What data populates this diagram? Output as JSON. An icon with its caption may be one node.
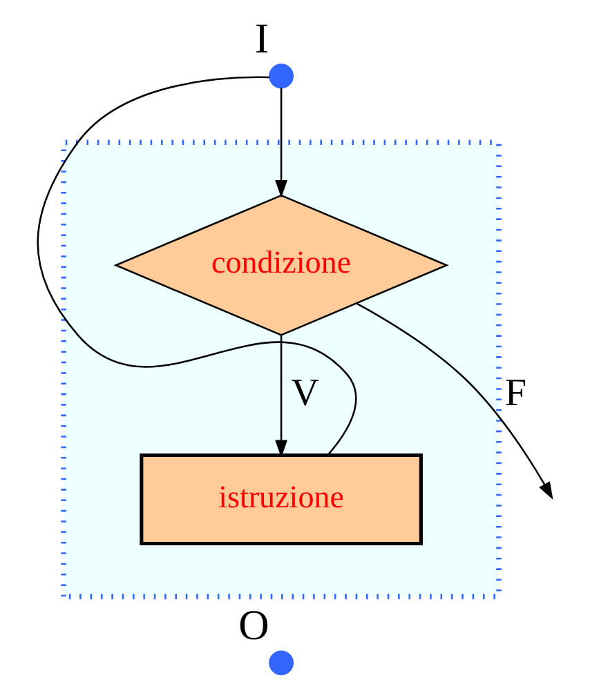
{
  "diagram": {
    "nodes": [
      {
        "text": [],
        "shape": "box"
      },
      {
        "text": [],
        "shape": "circle",
        "beside": [
          "I"
        ]
      },
      {
        "text": [
          "condizione"
        ],
        "in": 0
      },
      {
        "text": [
          "istruzione"
        ],
        "in": 0
      },
      {
        "text": [],
        "shape": "circle",
        "beside": [
          "O"
        ]
      }
    ],
    "edges": [
      {
        "from": 1,
        "to": 2,
        "arrow": "to"
      },
      {
        "from": 2,
        "to": 3,
        "arrow": "to",
        "label": "V"
      },
      {
        "from": 3,
        "to": 1,
        "arrow": "none"
      },
      {
        "from": 2,
        "to": null,
        "arrow": "to",
        "label": "F"
      }
    ]
  }
}
